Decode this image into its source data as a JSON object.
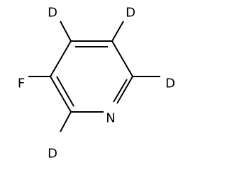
{
  "structure": {
    "atoms": [
      {
        "id": "d4",
        "symbol": "D"
      },
      {
        "id": "d5",
        "symbol": "D"
      },
      {
        "id": "f3",
        "symbol": "F"
      },
      {
        "id": "d6",
        "symbol": "D"
      },
      {
        "id": "n1",
        "symbol": "N"
      },
      {
        "id": "d2",
        "symbol": "D"
      }
    ],
    "colors": {
      "bond": "#000000",
      "label": "#000000",
      "background": "#ffffff"
    }
  }
}
